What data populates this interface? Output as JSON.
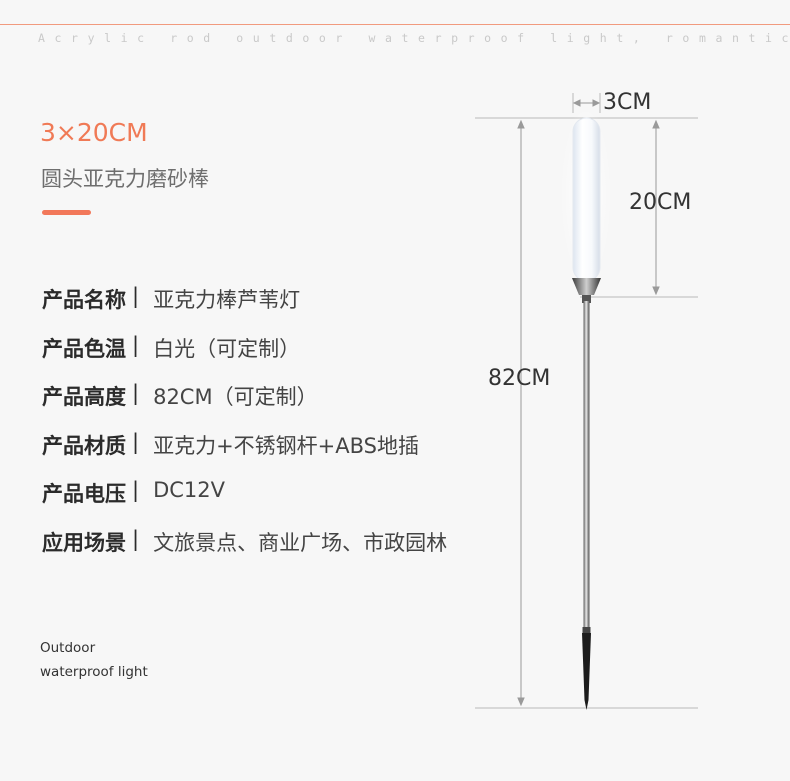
{
  "header": {
    "tagline": "Acrylic rod outdoor waterproof light, romantic"
  },
  "product": {
    "size_title": "3×20CM",
    "subtitle": "圆头亚克力磨砂棒"
  },
  "specs": [
    {
      "label": "产品名称",
      "sep": "|",
      "value": "亚克力棒芦苇灯"
    },
    {
      "label": "产品色温",
      "sep": "|",
      "value": "白光（可定制）"
    },
    {
      "label": "产品高度",
      "sep": "|",
      "value": "82CM（可定制）"
    },
    {
      "label": "产品材质",
      "sep": "|",
      "value": "亚克力+不锈钢杆+ABS地插"
    },
    {
      "label": "产品电压",
      "sep": "|",
      "value": "DC12V"
    },
    {
      "label": "应用场景",
      "sep": "|",
      "value": "文旅景点、商业广场、市政园林"
    }
  ],
  "footer": {
    "line1": "Outdoor",
    "line2": "waterproof light"
  },
  "dimensions": {
    "width_label": "3CM",
    "tube_height_label": "20CM",
    "total_height_label": "82CM"
  },
  "colors": {
    "accent": "#f2785a",
    "top_line": "#f19a7e",
    "tagline": "#c9c9c9"
  }
}
